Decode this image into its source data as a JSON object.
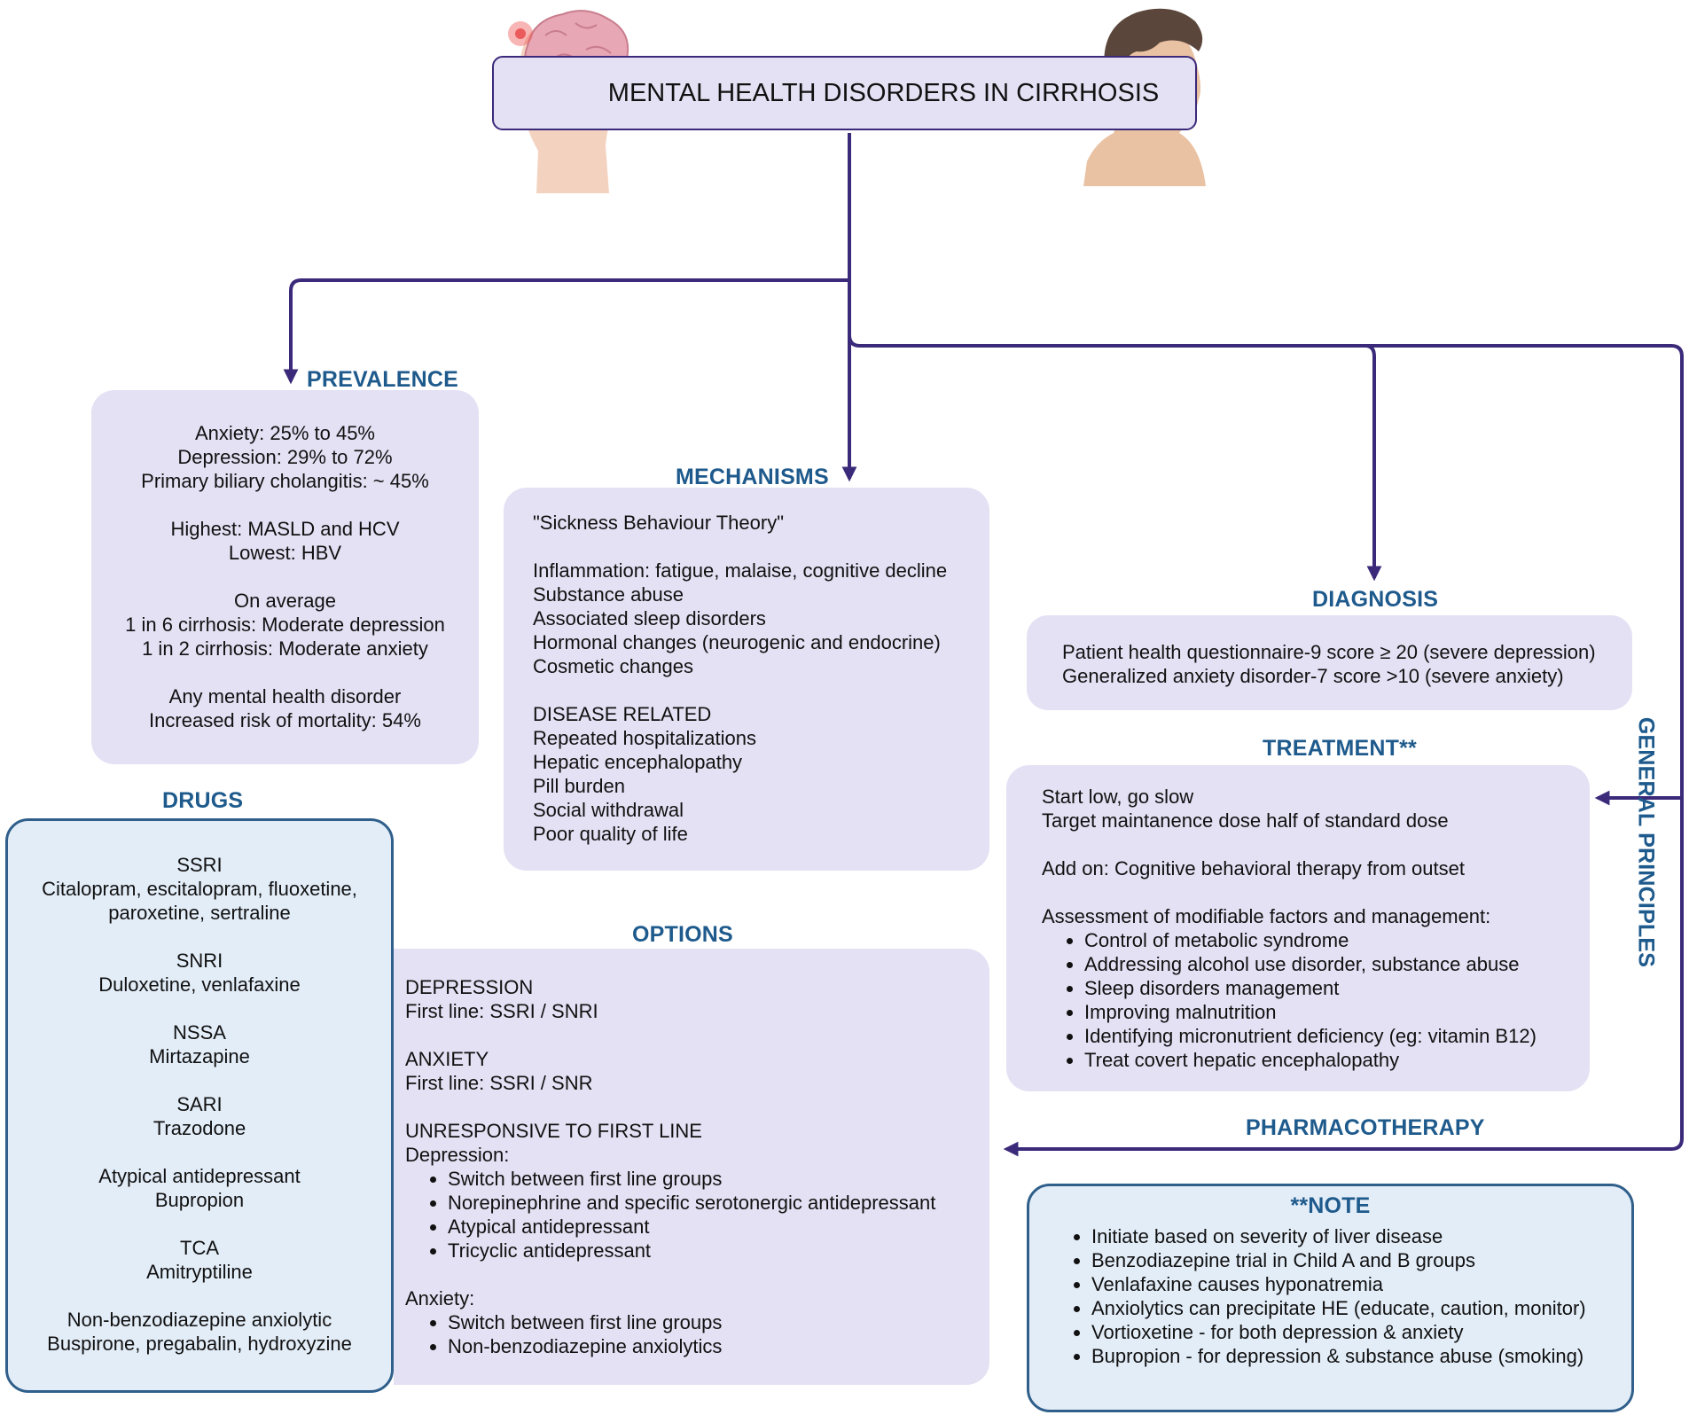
{
  "title": "MENTAL HEALTH DISORDERS IN CIRRHOSIS",
  "colors": {
    "arrow": "#3b2a7a",
    "heading": "#1e5a8c",
    "box_fill": "#e4e1f4",
    "blue_box_fill": "#e3edf8",
    "blue_box_border": "#2f5f8a"
  },
  "icons": [
    "brain-head-icon",
    "patient-head-icon"
  ],
  "prevalence": {
    "heading": "PREVALENCE",
    "groups": [
      [
        "Anxiety: 25% to 45%",
        "Depression: 29% to 72%",
        "Primary biliary cholangitis: ~ 45%"
      ],
      [
        "Highest: MASLD and HCV",
        "Lowest: HBV"
      ],
      [
        "On average",
        "1 in 6 cirrhosis: Moderate depression",
        "1 in 2 cirrhosis: Moderate anxiety"
      ],
      [
        "Any mental health disorder",
        "Increased risk of mortality: 54%"
      ]
    ]
  },
  "mechanisms": {
    "heading": "MECHANISMS",
    "groups": [
      [
        "\"Sickness Behaviour Theory\""
      ],
      [
        "Inflammation: fatigue, malaise, cognitive decline",
        "Substance abuse",
        "Associated sleep disorders",
        "Hormonal changes (neurogenic and endocrine)",
        "Cosmetic changes"
      ],
      [
        "DISEASE RELATED",
        "Repeated hospitalizations",
        "Hepatic encephalopathy",
        "Pill burden",
        "Social withdrawal",
        "Poor quality of life"
      ]
    ]
  },
  "diagnosis": {
    "heading": "DIAGNOSIS",
    "lines": [
      "Patient health questionnaire-9 score ≥ 20 (severe depression)",
      "Generalized anxiety disorder-7 score >10 (severe anxiety)"
    ]
  },
  "treatment": {
    "heading": "TREATMENT**",
    "lines": [
      "Start low, go slow",
      "Target maintanence dose half of standard dose"
    ],
    "addon": "Add on: Cognitive behavioral therapy from outset",
    "assessment_title": "Assessment of modifiable factors and management:",
    "bullets": [
      "Control of metabolic syndrome",
      "Addressing alcohol use disorder, substance abuse",
      "Sleep disorders management",
      "Improving malnutrition",
      "Identifying micronutrient deficiency (eg: vitamin B12)",
      "Treat covert hepatic encephalopathy"
    ]
  },
  "general_principles": "GENERAL PRINCIPLES",
  "pharmacotherapy": "PHARMACOTHERAPY",
  "drugs": {
    "heading": "DRUGS",
    "groups": [
      [
        "SSRI",
        "Citalopram, escitalopram, fluoxetine,",
        "paroxetine, sertraline"
      ],
      [
        "SNRI",
        "Duloxetine, venlafaxine"
      ],
      [
        "NSSA",
        "Mirtazapine"
      ],
      [
        "SARI",
        "Trazodone"
      ],
      [
        "Atypical antidepressant",
        "Bupropion"
      ],
      [
        "TCA",
        "Amitryptiline"
      ],
      [
        "Non-benzodiazepine anxiolytic",
        "Buspirone, pregabalin, hydroxyzine"
      ]
    ]
  },
  "options": {
    "heading": "OPTIONS",
    "depression_title": "DEPRESSION",
    "depression_line": "First line: SSRI / SNRI",
    "anxiety_title": "ANXIETY",
    "anxiety_line": "First line: SSRI / SNR",
    "unresponsive_title": "UNRESPONSIVE TO FIRST LINE",
    "depression_sub": "Depression:",
    "depression_bullets": [
      "Switch between first line groups",
      "Norepinephrine and specific serotonergic antidepressant",
      "Atypical antidepressant",
      "Tricyclic antidepressant"
    ],
    "anxiety_sub": "Anxiety:",
    "anxiety_bullets": [
      "Switch between first line groups",
      "Non-benzodiazepine anxiolytics"
    ]
  },
  "note": {
    "heading": "**NOTE",
    "bullets": [
      "Initiate based on severity of liver disease",
      "Benzodiazepine trial in Child A and B groups",
      "Venlafaxine causes hyponatremia",
      "Anxiolytics can precipitate HE (educate, caution, monitor)",
      "Vortioxetine - for both depression & anxiety",
      "Bupropion - for depression & substance abuse (smoking)"
    ]
  }
}
